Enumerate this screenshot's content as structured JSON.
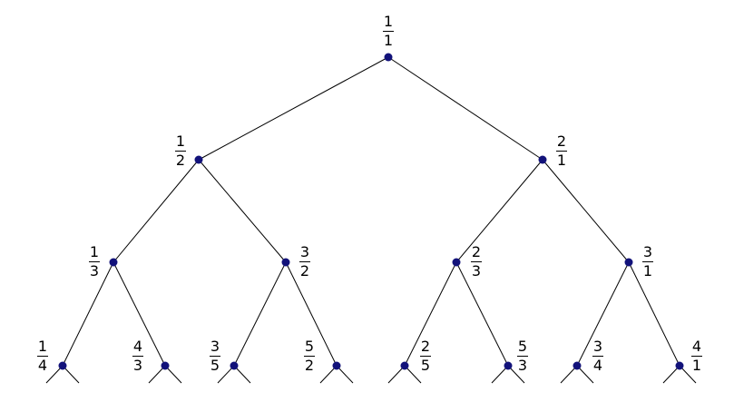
{
  "colors": {
    "node": "#12127a",
    "edge": "#000000",
    "background": "#ffffff"
  },
  "tree": {
    "root": {
      "numerator": "1",
      "denominator": "1"
    },
    "level1": [
      {
        "numerator": "1",
        "denominator": "2"
      },
      {
        "numerator": "2",
        "denominator": "1"
      }
    ],
    "level2": [
      {
        "numerator": "1",
        "denominator": "3"
      },
      {
        "numerator": "3",
        "denominator": "2"
      },
      {
        "numerator": "2",
        "denominator": "3"
      },
      {
        "numerator": "3",
        "denominator": "1"
      }
    ],
    "level3": [
      {
        "numerator": "1",
        "denominator": "4"
      },
      {
        "numerator": "4",
        "denominator": "3"
      },
      {
        "numerator": "3",
        "denominator": "5"
      },
      {
        "numerator": "5",
        "denominator": "2"
      },
      {
        "numerator": "2",
        "denominator": "5"
      },
      {
        "numerator": "5",
        "denominator": "3"
      },
      {
        "numerator": "3",
        "denominator": "4"
      },
      {
        "numerator": "4",
        "denominator": "1"
      }
    ]
  }
}
